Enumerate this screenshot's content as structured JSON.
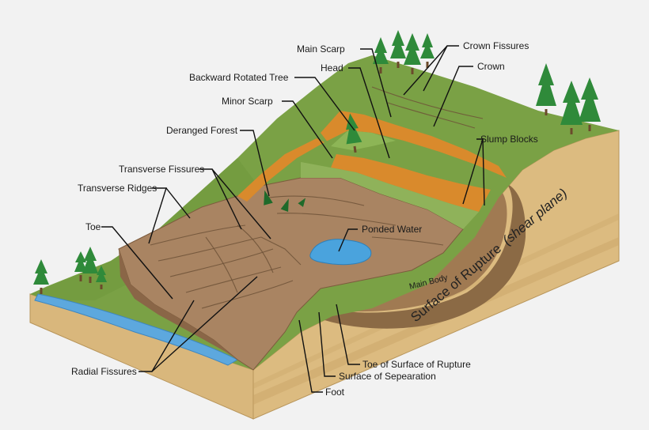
{
  "labels": {
    "main_scarp": "Main Scarp",
    "crown_fissures": "Crown Fissures",
    "head": "Head",
    "crown": "Crown",
    "backward_rotated_tree": "Backward Rotated Tree",
    "minor_scarp": "Minor Scarp",
    "deranged_forest": "Deranged Forest",
    "slump_blocks": "Slump Blocks",
    "transverse_fissures": "Transverse Fissures",
    "transverse_ridges": "Transverse Ridges",
    "toe": "Toe",
    "ponded_water": "Ponded Water",
    "main_body": "Main Body",
    "surface_of_rupture": "Surface of Rupture",
    "shear_plane": "(shear plane)",
    "radial_fissures": "Radial Fissures",
    "toe_of_surface_of_rupture": "Toe of Surface of Rupture",
    "surface_of_separation": "Surface of Sepearation",
    "foot": "Foot"
  },
  "colors": {
    "grass": "#7aa145",
    "grass_dark": "#5f8a32",
    "slide_mass": "#a98462",
    "slide_mass_dark": "#8a6647",
    "scarp_orange": "#d98a2c",
    "soil_block": "#d9b77c",
    "soil_block_dark": "#c49d5e",
    "rupture_zone": "#8b6a45",
    "water": "#4aa3dd",
    "river": "#5da8de"
  }
}
